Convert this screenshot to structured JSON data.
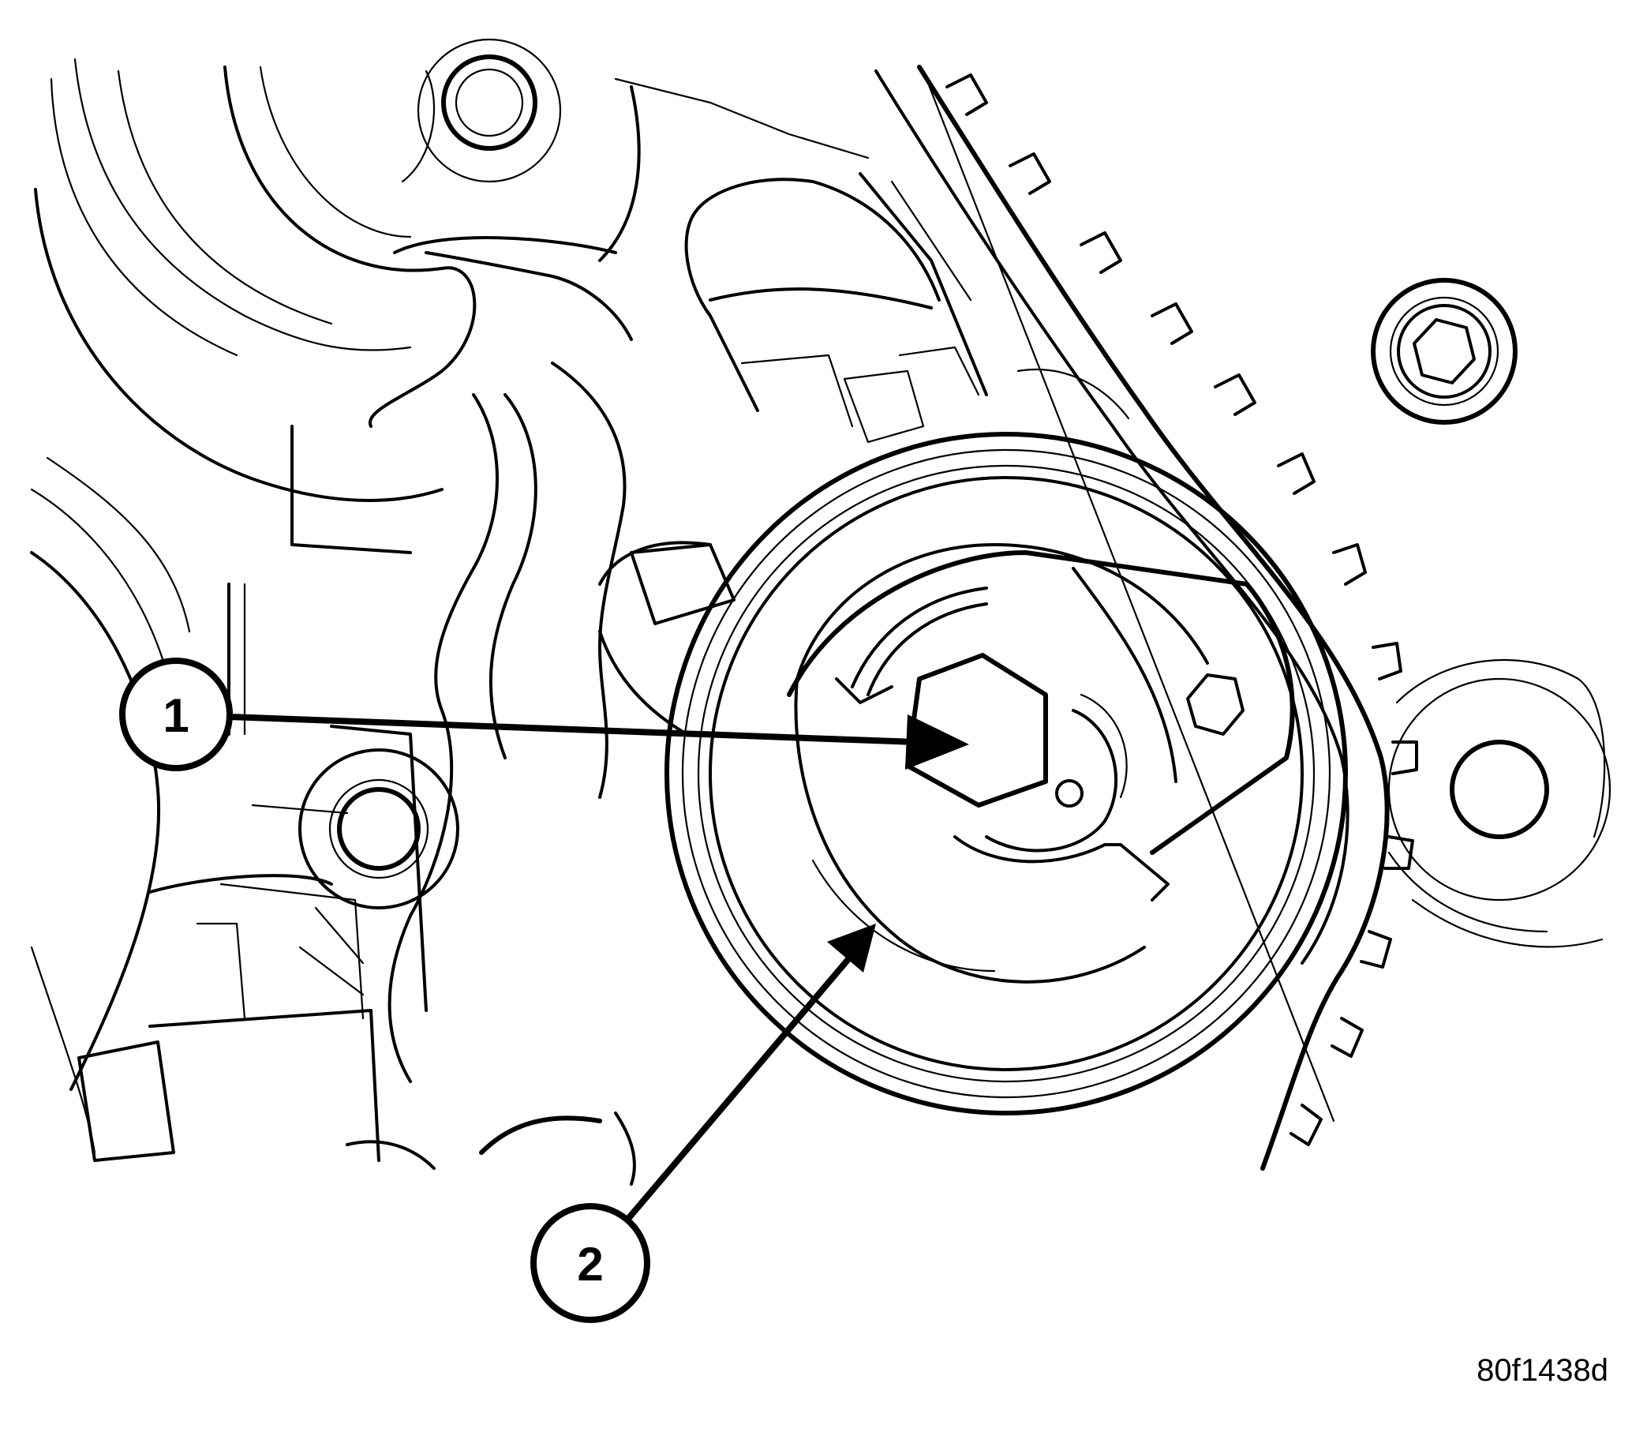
{
  "figure": {
    "identifier": "80f1438d"
  },
  "callouts": [
    {
      "number": "1",
      "target": "tensioner-hex-adjuster"
    },
    {
      "number": "2",
      "target": "tensioner-pulley"
    }
  ],
  "colors": {
    "line": "#000000",
    "background": "#ffffff"
  }
}
